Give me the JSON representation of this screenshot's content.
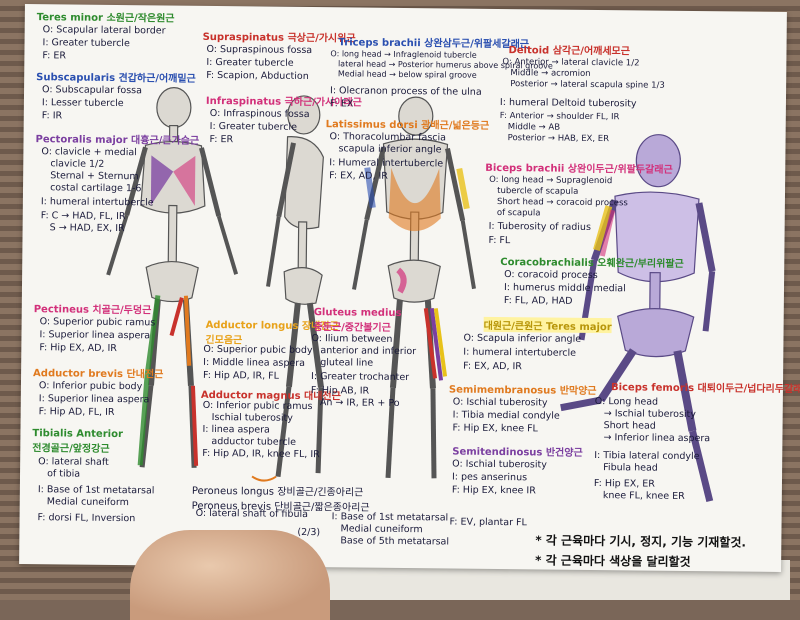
{
  "colors": {
    "green": "#2e8b2e",
    "blue": "#2a4fb0",
    "red": "#c8322c",
    "orange": "#e07a1f",
    "purple": "#7b3fa0",
    "pink": "#d2307a",
    "yellow": "#e8c21a",
    "bone": "#d9d6ce",
    "violet_bone": "#b9a9d8"
  },
  "notes": {
    "teres_minor": {
      "head": "Teres minor 소원근/작은원근",
      "o": "O: Scapular lateral border",
      "i": "I: Greater tubercle",
      "f": "F: ER"
    },
    "subscapularis": {
      "head": "Subscapularis 견갑하근/어깨밑근",
      "o": "O: Subscapular fossa",
      "i": "I: Lesser tubercle",
      "f": "F: IR"
    },
    "pec_major": {
      "head": "Pectoralis major 대흉근/큰가슴근",
      "o": "O: clavicle + medial\n   clavicle 1/2\n   Sternal + Sternum\n   costal cartilage 1-6",
      "i": "I: humeral intertubercle",
      "f": "F: C → HAD, FL, IR\n   S → HAD, EX, IR"
    },
    "pectineus": {
      "head": "Pectineus 치골근/두덩근",
      "o": "O: Superior pubic ramus",
      "i": "I: Superior linea aspera",
      "f": "F: Hip EX, AD, IR"
    },
    "adductor_brevis": {
      "head": "Adductor brevis 단내전근",
      "o": "O: Inferior pubic body",
      "i": "I: Superior linea aspera",
      "f": "F: Hip AD, FL, IR"
    },
    "tibialis_anterior": {
      "head": "Tibialis Anterior\n전경골근/앞정강근",
      "o": "O: lateral shaft\n   of tibia",
      "i": "I: Base of 1st metatarsal\n   Medial cuneiform",
      "f": "F: dorsi FL, Inversion"
    },
    "supraspinatus": {
      "head": "Supraspinatus 극상근/가시위근",
      "o": "O: Supraspinous fossa",
      "i": "I: Greater tubercle",
      "f": "F: Scapion, Abduction"
    },
    "infraspinatus": {
      "head": "Infraspinatus 극하근/가시아래근",
      "o": "O: Infraspinous fossa",
      "i": "I: Greater tubercle",
      "f": "F: ER"
    },
    "adductor_longus": {
      "head": "Adductor longus 장내전근\n긴모음근",
      "o": "O: Superior pubic body",
      "i": "I: Middle linea aspera",
      "f": "F: Hip AD, IR, FL"
    },
    "adductor_magnus": {
      "head": "Adductor magnus 대내전근",
      "o": "O: Inferior pubic ramus\n   Ischial tuberosity",
      "i": "I: linea aspera\n   adductor tubercle",
      "f": "F: Hip AD, IR, knee FL, IR"
    },
    "triceps": {
      "head": "Triceps brachii 상완삼두근/위팔세갈래근",
      "o": "O: long head → Infraglenoid tubercle\n   lateral head → Posterior humerus above spiral groove\n   Medial head → below spiral groove",
      "i": "I: Olecranon process of the ulna",
      "f": "F: EX"
    },
    "latissimus": {
      "head": "Latissimus dorsi 광배근/넓은등근",
      "o": "O: Thoracolumbar fascia\n   scapula inferior angle",
      "i": "I: Humeral intertubercle",
      "f": "F: EX, AD, IR"
    },
    "gluteus_medius": {
      "head": "Gluteus medius\n중둔근/중간볼기근",
      "o": "O: Ilium between\n   anterior and inferior\n   gluteal line",
      "i": "I: Greater trochanter",
      "f": "F: Hip AB, IR\n   An → IR, ER + Po"
    },
    "deltoid": {
      "head": "Deltoid 삼각근/어깨세모근",
      "o": "O: Anterior → lateral clavicle 1/2\n   Middle → acromion\n   Posterior → lateral scapula spine 1/3",
      "i": "I: humeral Deltoid tuberosity",
      "f": "F: Anterior → shoulder FL, IR\n   Middle → AB\n   Posterior → HAB, EX, ER"
    },
    "biceps_brachii": {
      "head": "Biceps brachii 상완이두근/위팔두갈래근",
      "o": "O: long head → Supraglenoid\n   tubercle of scapula\n   Short head → coracoid process\n   of scapula",
      "i": "I: Tuberosity of radius",
      "f": "F: FL"
    },
    "coracobrachialis": {
      "head": "Coracobrachialis 오훼완근/부리위팔근",
      "o": "O: coracoid process",
      "i": "I: humerus middle medial",
      "f": "F: FL, AD, HAD"
    },
    "teres_major": {
      "head": "대원근/큰원근 Teres major",
      "o": "O: Scapula inferior angle",
      "i": "I: humeral intertubercle",
      "f": "F: EX, AD, IR"
    },
    "semimembranosus": {
      "head": "Semimembranosus 반막양근",
      "o": "O: Ischial tuberosity",
      "i": "I: Tibia medial condyle",
      "f": "F: Hip EX, knee FL"
    },
    "semitendinosus": {
      "head": "Semitendinosus 반건양근",
      "o": "O: Ischial tuberosity",
      "i": "I: pes anserinus",
      "f": "F: Hip EX, knee IR"
    },
    "biceps_femoris": {
      "head": "Biceps femoris 대퇴이두근/넙다리두갈래근",
      "o": "O: Long head\n   → Ischial tuberosity\n   Short head\n   → Inferior linea aspera",
      "i": "I: Tibia lateral condyle\n   Fibula head",
      "f": "F: Hip EX, ER\n   knee FL, knee ER"
    },
    "peroneus": {
      "head": "Peroneus longus 장비골근/긴종아리근\nPeroneus brevis 단비골근/짧은종아리근",
      "o": "O: lateral shaft of fibula",
      "i": "I: Base of 1st metatarsal\n   Medial cuneiform\n   Base of 5th metatarsal",
      "note": "(2/3)",
      "f": "F: EV, plantar FL"
    },
    "footer": {
      "line1": "* 각 근육마다 기시, 정지, 기능 기재할것.",
      "line2": "* 각 근육마다 색상을 달리할것"
    }
  }
}
